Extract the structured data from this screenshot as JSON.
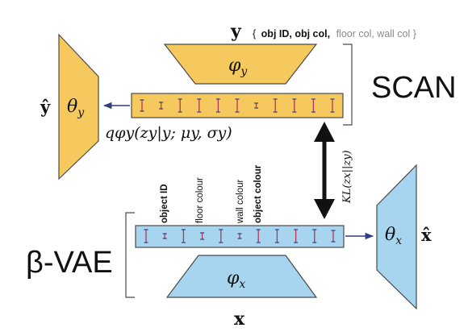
{
  "scan": {
    "title": "SCAN",
    "input_label": "y",
    "input_attrs": {
      "open": "{",
      "bold": "obj ID,  obj col,",
      "gray": "floor col, wall col",
      "close": "}"
    },
    "encoder_label": "φ",
    "encoder_sub": "y",
    "decoder_label": "θ",
    "decoder_sub": "y",
    "output_label": "ŷ",
    "posterior_label": "qφy(zy|y; μy, σy)"
  },
  "vae": {
    "title": "β-VAE",
    "input_label": "x",
    "encoder_label": "φ",
    "encoder_sub": "x",
    "decoder_label": "θ",
    "decoder_sub": "x",
    "output_label": "x̂",
    "latent_labels": [
      "object ID",
      "floor colour",
      "wall colour",
      "object colour"
    ]
  },
  "kl_label": "KL(zx||zy)",
  "latent_units_count": 11,
  "colors": {
    "scan_fill": "#f6c95f",
    "vae_fill": "#a7d4ee",
    "stroke": "#4a4a4a",
    "errbar": "#b0365a",
    "arrow": "#2f3f80",
    "gray_text": "#8a8a8a"
  }
}
